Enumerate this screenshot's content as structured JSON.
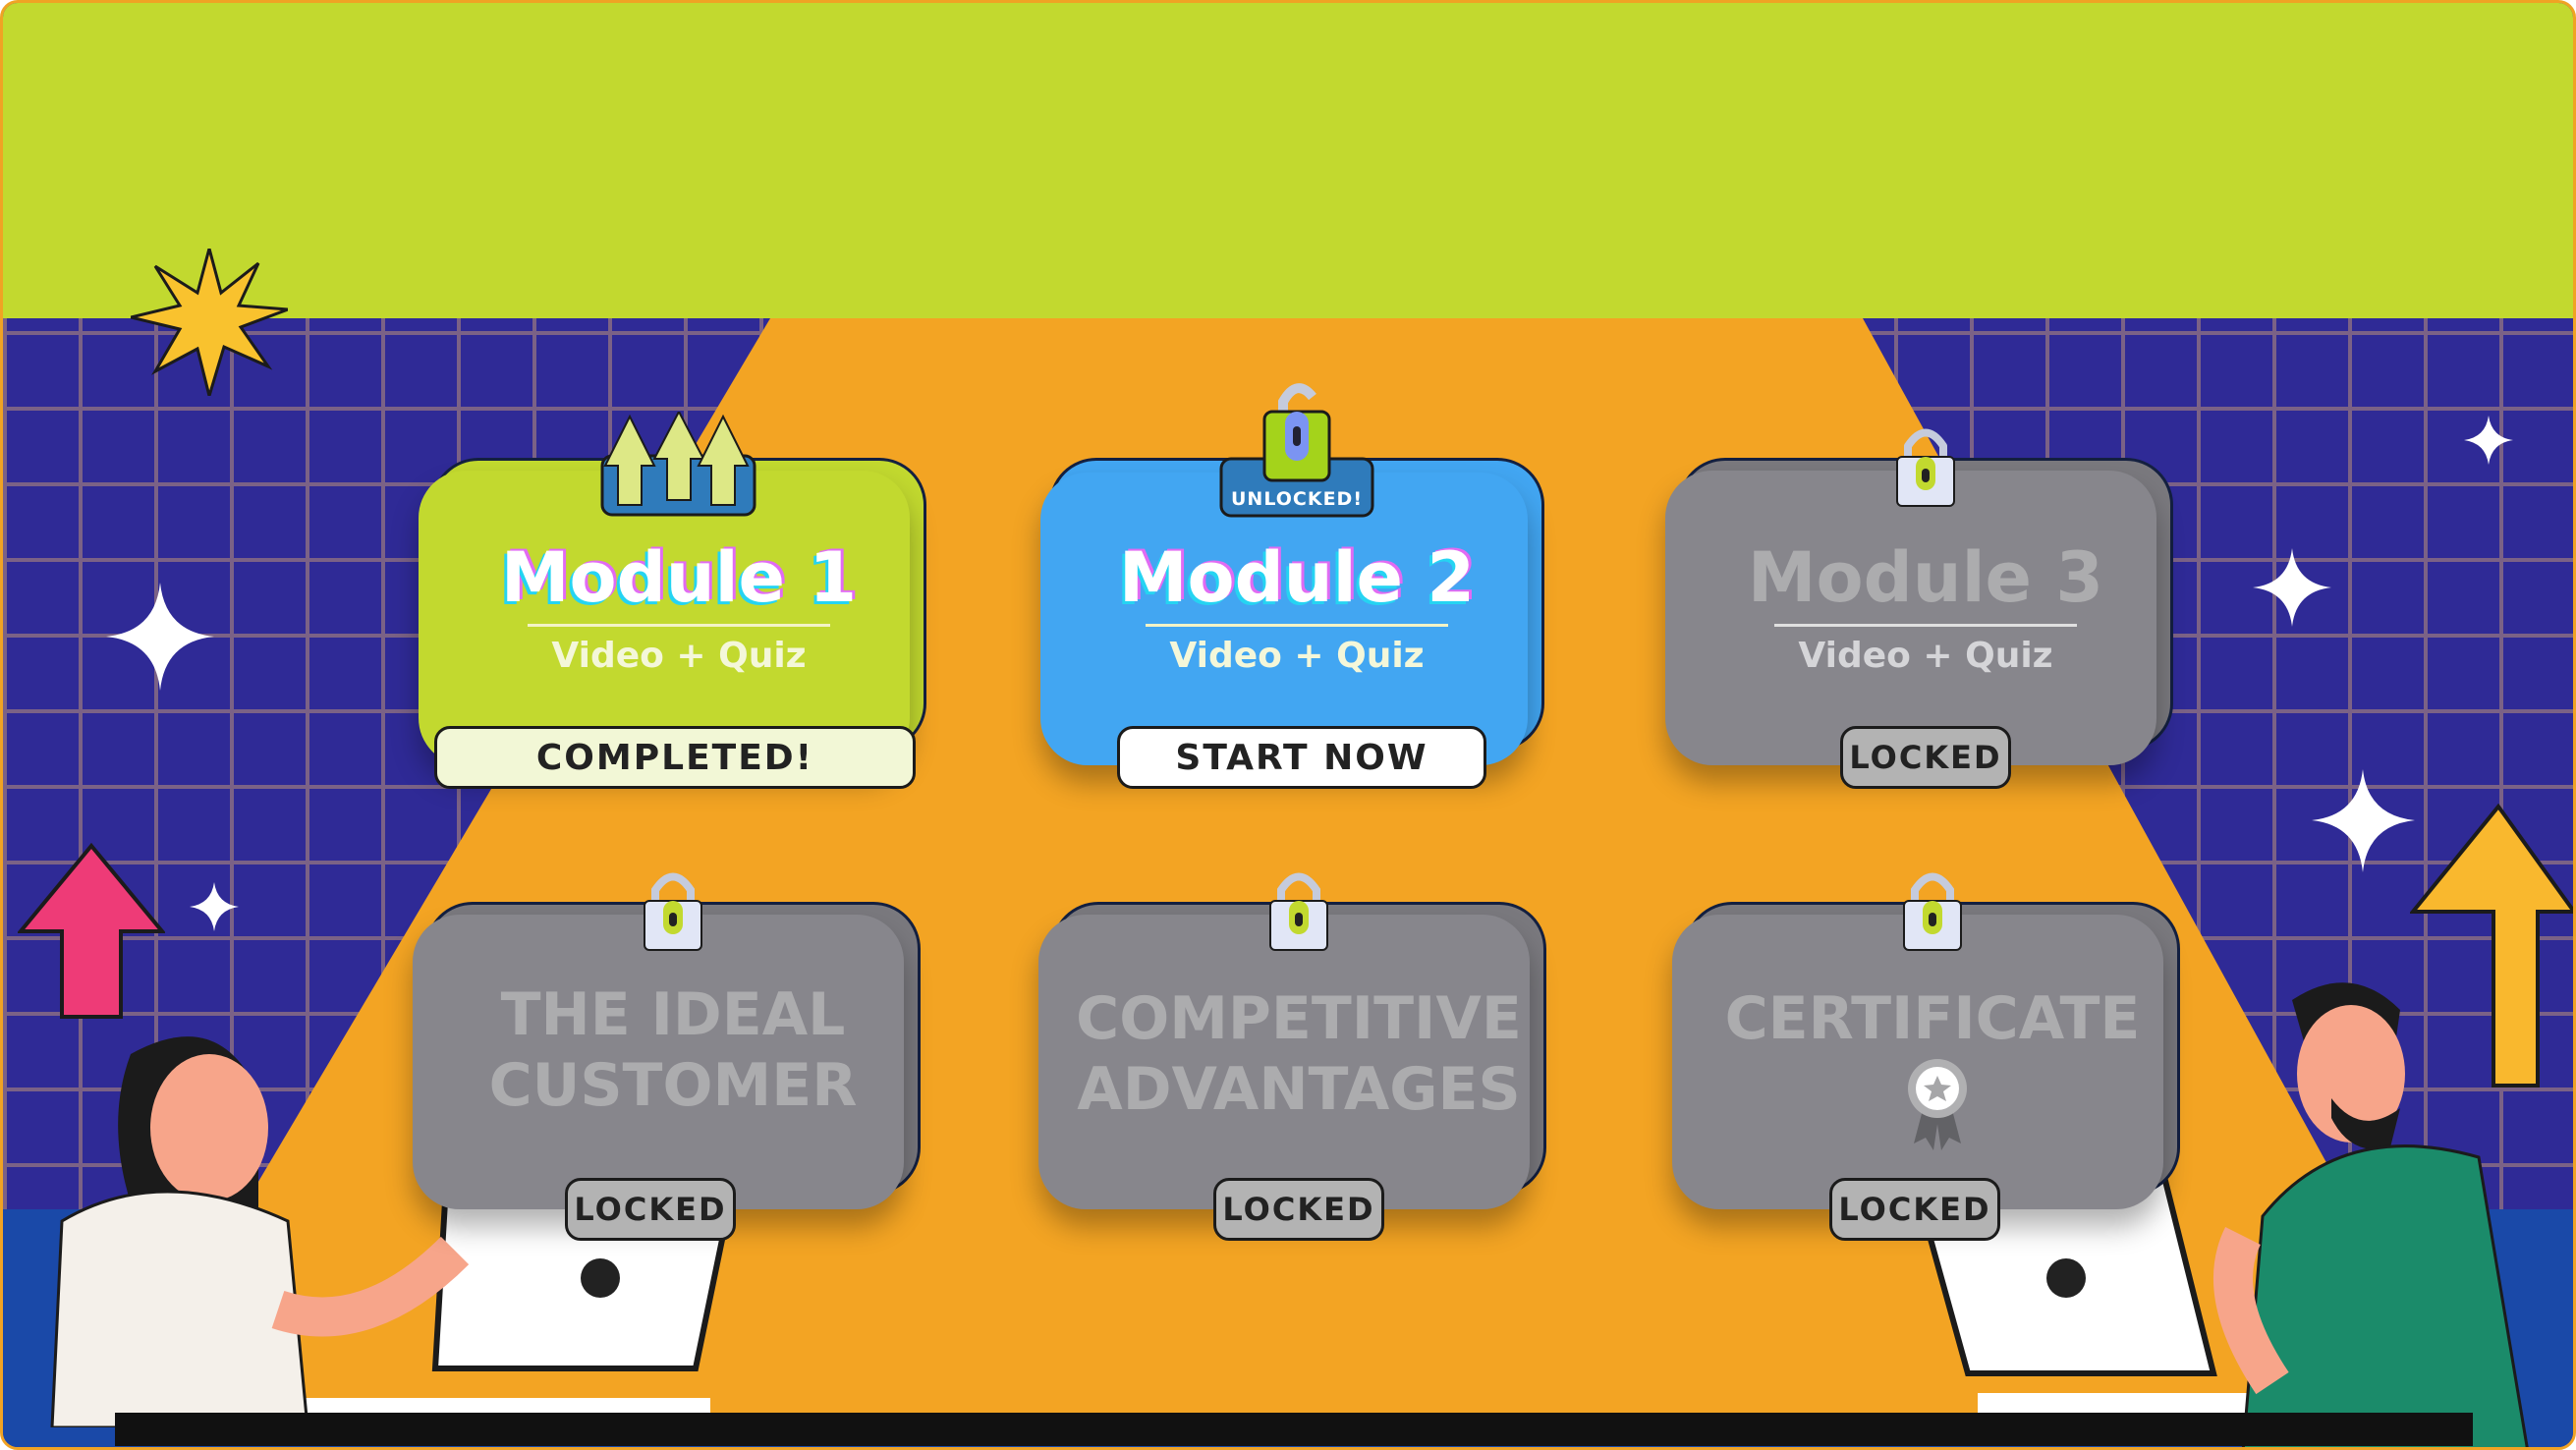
{
  "modules": [
    {
      "title": "Module 1",
      "subtitle": "Video + Quiz",
      "status": "COMPLETED!"
    },
    {
      "title": "Module 2",
      "subtitle": "Video + Quiz",
      "status": "START NOW",
      "badge": "UNLOCKED!"
    },
    {
      "title": "Module 3",
      "subtitle": "Video + Quiz",
      "status": "LOCKED"
    },
    {
      "title_line1": "THE IDEAL",
      "title_line2": "CUSTOMER",
      "status": "LOCKED"
    },
    {
      "title_line1": "COMPETITIVE",
      "title_line2": "ADVANTAGES",
      "status": "LOCKED"
    },
    {
      "title": "CERTIFICATE",
      "status": "LOCKED"
    }
  ],
  "colors": {
    "green": "#c2d92f",
    "blue": "#42a6f2",
    "gray": "#7a797e",
    "orange": "#f3a423",
    "navy": "#2f2a96"
  }
}
